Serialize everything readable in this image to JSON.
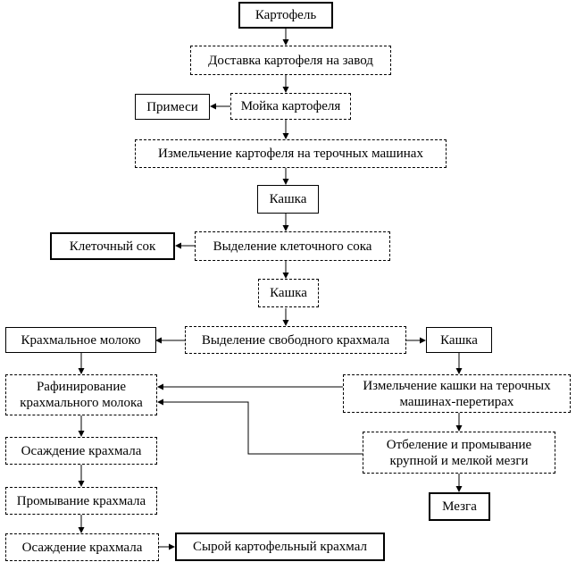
{
  "nodes": {
    "potato": "Картофель",
    "delivery": "Доставка картофеля на завод",
    "washing": "Мойка картофеля",
    "impurities": "Примеси",
    "grinding": "Измельчение картофеля на терочных машинах",
    "pulp1": "Кашка",
    "cell_juice_sep": "Выделение клеточного сока",
    "cell_juice": "Клеточный сок",
    "pulp2": "Кашка",
    "free_starch_sep": "Выделение свободного крахмала",
    "starch_milk": "Крахмальное молоко",
    "pulp3": "Кашка",
    "refining": [
      "Рафинирование",
      "крахмального молока"
    ],
    "regrinding": [
      "Измельчение кашки на терочных",
      "машинах-перетирах"
    ],
    "settling1": "Осаждение крахмала",
    "bleaching": [
      "Отбеление и промывание",
      "крупной и мелкой мезги"
    ],
    "starch_washing": "Промывание крахмала",
    "pulp_waste": "Мезга",
    "settling2": "Осаждение крахмала",
    "raw_starch": "Сырой картофельный крахмал"
  }
}
